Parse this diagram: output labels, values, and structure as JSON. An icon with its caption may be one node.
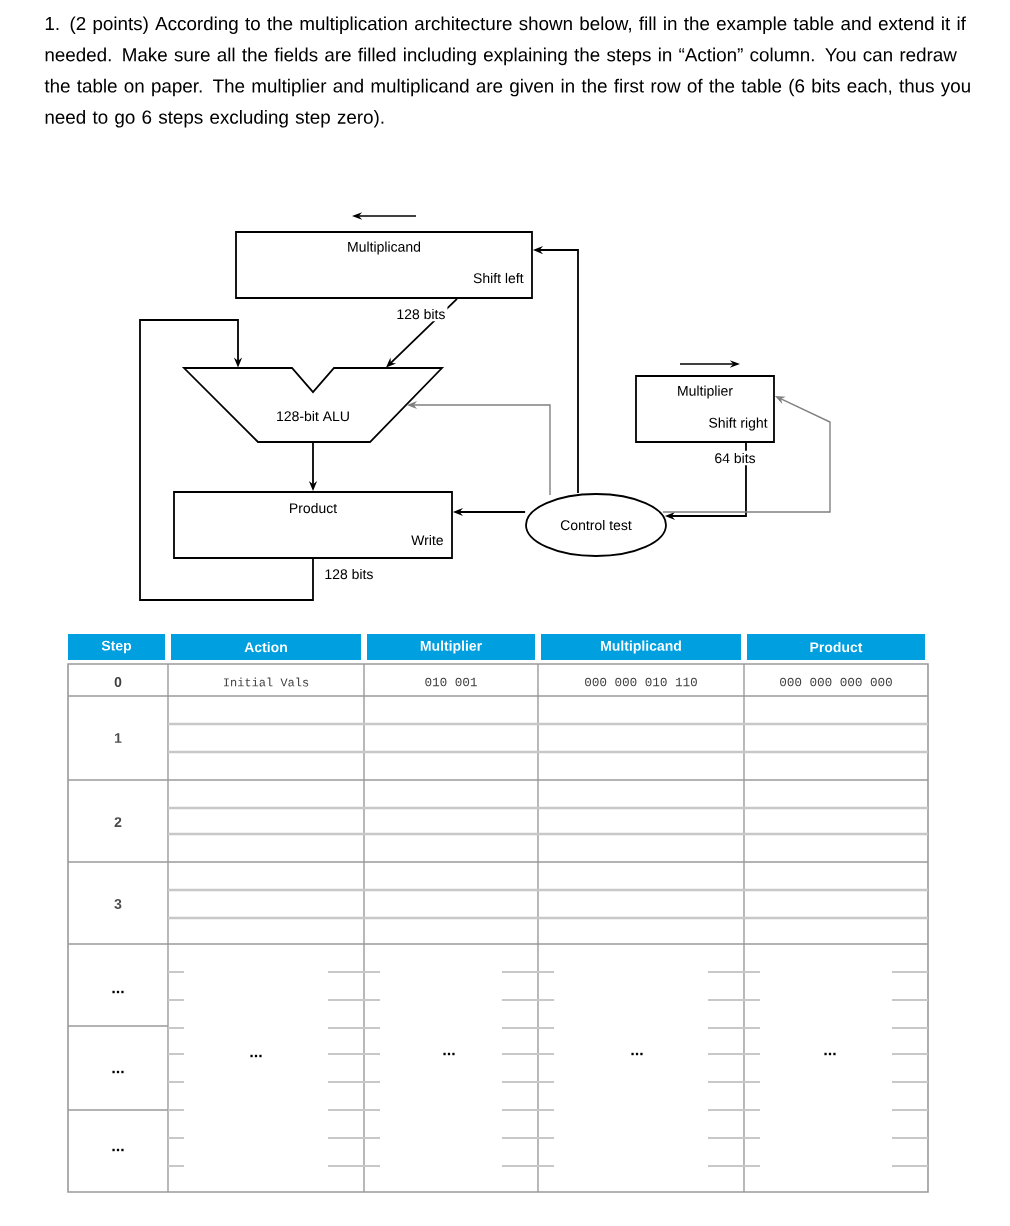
{
  "diagram": {
    "title": "1. (2 points) According to the multiplication architecture shown below, fill in the example table and extend it if needed. Make sure all the fields are filled including explaining the steps in “Action” column. You can redraw the table on paper. The multiplier and multiplicand are given in the first row of the table (6 bits each, thus you need to go 6 steps excluding step zero).",
    "nodes": [
      {
        "text": [
          "Multiplicand",
          "Shift left"
        ]
      },
      {
        "text": [
          "128-bit ALU"
        ]
      },
      {
        "text": [
          "Product",
          "Write"
        ]
      },
      {
        "text": [
          "Multiplier",
          "Shift right"
        ]
      },
      {
        "text": [
          "Control test"
        ]
      }
    ],
    "edges": [
      {
        "from": 0,
        "to": 1,
        "arrow": "to",
        "label": "128 bits"
      },
      {
        "from": 1,
        "to": 2,
        "arrow": "to"
      },
      {
        "from": 2,
        "to": 1,
        "arrow": "to",
        "label": "128 bits"
      },
      {
        "from": 4,
        "to": 0,
        "arrow": "to"
      },
      {
        "from": 4,
        "to": 1,
        "arrow": "to",
        "color": "#808080"
      },
      {
        "from": 3,
        "to": 4,
        "arrow": "to",
        "label": "64 bits"
      },
      {
        "from": 4,
        "to": 2,
        "arrow": "to"
      },
      {
        "from": 4,
        "to": 3,
        "arrow": "to",
        "color": "#808080"
      }
    ],
    "labels": [
      "Step",
      "Action",
      "Multiplier",
      "Multiplicand",
      "Product",
      "0",
      "Initial Vals",
      "010 001",
      "000 000 010 110",
      "000 000 000 000",
      "1",
      "2",
      "3",
      "...",
      "...",
      "...",
      "...",
      "...",
      "...",
      "..."
    ]
  }
}
